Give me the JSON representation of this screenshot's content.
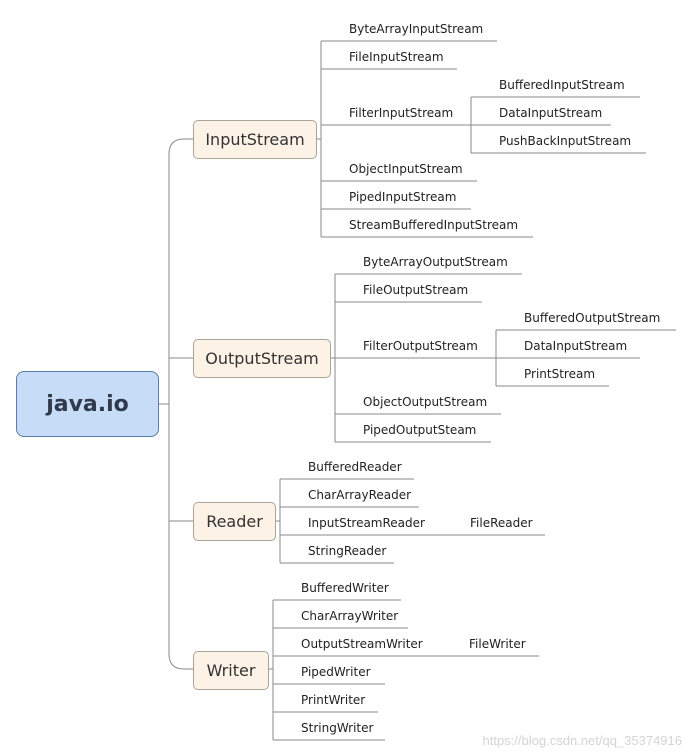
{
  "root": {
    "label": "java.io"
  },
  "categories": {
    "input": {
      "label": "InputStream"
    },
    "output": {
      "label": "OutputStream"
    },
    "reader": {
      "label": "Reader"
    },
    "writer": {
      "label": "Writer"
    }
  },
  "input_children": [
    "ByteArrayInputStream",
    "FileInputStream",
    "FilterInputStream",
    "ObjectInputStream",
    "PipedInputStream",
    "StreamBufferedInputStream"
  ],
  "filter_input_children": [
    "BufferedInputStream",
    "DataInputStream",
    "PushBackInputStream"
  ],
  "output_children": [
    "ByteArrayOutputStream",
    "FileOutputStream",
    "FilterOutputStream",
    "ObjectOutputStream",
    "PipedOutputSteam"
  ],
  "filter_output_children": [
    "BufferedOutputStream",
    "DataInputStream",
    "PrintStream"
  ],
  "reader_children": [
    "BufferedReader",
    "CharArrayReader",
    "InputStreamReader",
    "StringReader"
  ],
  "inputstreamreader_children": [
    "FileReader"
  ],
  "writer_children": [
    "BufferedWriter",
    "CharArrayWriter",
    "OutputStreamWriter",
    "PipedWriter",
    "PrintWriter",
    "StringWriter"
  ],
  "outputstreamwriter_children": [
    "FileWriter"
  ],
  "watermark": "https://blog.csdn.net/qq_35374916"
}
